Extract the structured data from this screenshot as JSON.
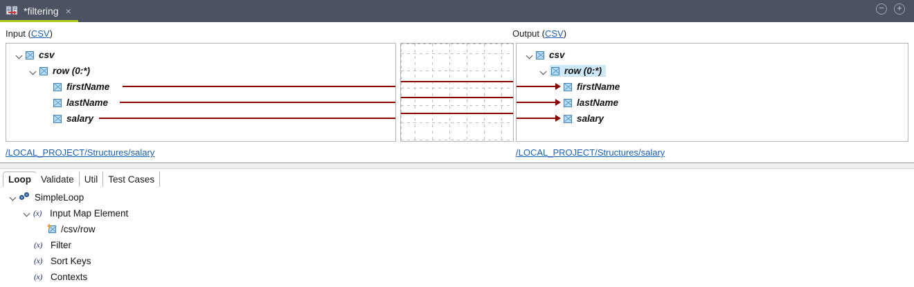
{
  "titlebar": {
    "tab_label": "*filtering",
    "tab_icon": "mapping-editor-icon",
    "close_label": "×",
    "minimize_label": "−",
    "maximize_label": "+",
    "background": "#4d5261",
    "accent_underline": "#b5cc18"
  },
  "mapping": {
    "input": {
      "caption_prefix": "Input (",
      "caption_link": "CSV",
      "caption_suffix": ")",
      "path_link": "/LOCAL_PROJECT/Structures/salary",
      "nodes": [
        {
          "label": "csv",
          "depth": 0,
          "expanded": true,
          "selected": false
        },
        {
          "label": "row (0:*)",
          "depth": 1,
          "expanded": true,
          "selected": false
        },
        {
          "label": "firstName",
          "depth": 2,
          "expanded": false,
          "selected": false
        },
        {
          "label": "lastName",
          "depth": 2,
          "expanded": false,
          "selected": false
        },
        {
          "label": "salary",
          "depth": 2,
          "expanded": false,
          "selected": false
        }
      ]
    },
    "output": {
      "caption_prefix": "Output (",
      "caption_link": "CSV",
      "caption_suffix": ")",
      "path_link": "/LOCAL_PROJECT/Structures/salary",
      "nodes": [
        {
          "label": "csv",
          "depth": 0,
          "expanded": true,
          "selected": false
        },
        {
          "label": "row (0:*)",
          "depth": 1,
          "expanded": true,
          "selected": true
        },
        {
          "label": "firstName",
          "depth": 2,
          "expanded": false,
          "selected": false
        },
        {
          "label": "lastName",
          "depth": 2,
          "expanded": false,
          "selected": false
        },
        {
          "label": "salary",
          "depth": 2,
          "expanded": false,
          "selected": false
        }
      ]
    },
    "connections": [
      {
        "from": "firstName",
        "to": "firstName"
      },
      {
        "from": "lastName",
        "to": "lastName"
      },
      {
        "from": "salary",
        "to": "salary"
      }
    ],
    "connection_color": "#8b0000",
    "selection_color": "#cde8f7",
    "link_color": "#1a5fb4"
  },
  "bottom": {
    "tabs": [
      {
        "label": "Loop",
        "active": true
      },
      {
        "label": "Validate",
        "active": false
      },
      {
        "label": "Util",
        "active": false
      },
      {
        "label": "Test Cases",
        "active": false
      }
    ],
    "tree": [
      {
        "label": "SimpleLoop",
        "depth": 0,
        "icon": "loop-icon",
        "expanded": true
      },
      {
        "label": "Input Map Element",
        "depth": 1,
        "icon": "function-xf-icon",
        "expanded": true
      },
      {
        "label": "/csv/row",
        "depth": 2,
        "icon": "element-ref-icon",
        "expanded": null
      },
      {
        "label": "Filter",
        "depth": 1,
        "icon": "function-xf-icon",
        "expanded": null
      },
      {
        "label": "Sort Keys",
        "depth": 1,
        "icon": "function-xf-icon",
        "expanded": null
      },
      {
        "label": "Contexts",
        "depth": 1,
        "icon": "function-xf-icon",
        "expanded": null
      }
    ]
  }
}
